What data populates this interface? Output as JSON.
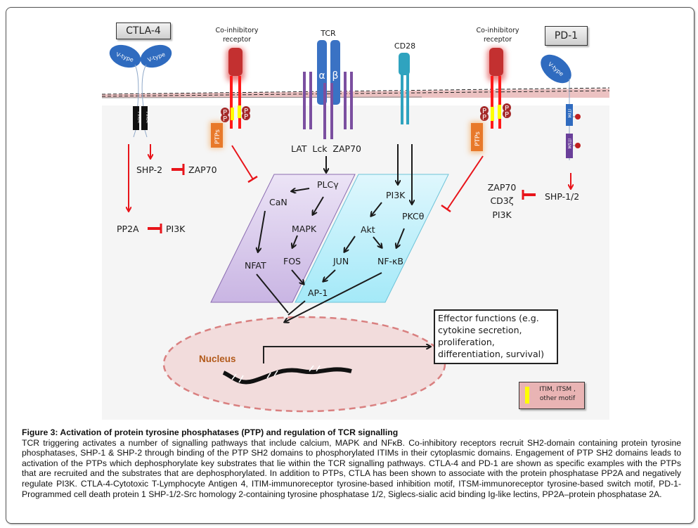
{
  "figure": {
    "labels": {
      "ctla4": "CTLA-4",
      "pd1": "PD-1",
      "coinhib_left_line1": "Co-inhibitory",
      "coinhib_left_line2": "receptor",
      "coinhib_right_line1": "Co-inhibitory",
      "coinhib_right_line2": "receptor",
      "tcr": "TCR",
      "cd28": "CD28",
      "alpha": "α",
      "beta": "β",
      "vtype": "V-type",
      "tyvm": "YVKM",
      "itim": "ITIM",
      "itsm": "ITSM",
      "ptps": "PTPs",
      "p": "P",
      "lat_lck_zap70": "LAT  Lck  ZAP70",
      "shp2": "SHP-2",
      "zap70_left": "ZAP70",
      "pp2a": "PP2A",
      "pi3k_left": "PI3K",
      "zap70_right": "ZAP70",
      "cd3z": "CD3ζ",
      "pi3k_right": "PI3K",
      "shp12": "SHP-1/2",
      "plcg": "PLCγ",
      "can": "CaN",
      "mapk": "MAPK",
      "nfat": "NFAT",
      "fos": "FOS",
      "ap1": "AP-1",
      "pi3k": "PI3K",
      "pkct": "PKCθ",
      "akt": "Akt",
      "jun": "JUN",
      "nfkb": "NF-κB",
      "nucleus": "Nucleus"
    },
    "effector": {
      "lines": [
        "Effector functions (e.g.",
        "cytokine secretion,",
        "proliferation,",
        "differentiation, survival)"
      ]
    },
    "legend": {
      "line1": "ITIM, ITSM ,",
      "line2": "other motif"
    },
    "colors": {
      "inhibition": "#e8141a",
      "activation": "#1a1a1a",
      "tcr_blue": "#3a72c4",
      "cd28_teal": "#2fa3bf",
      "purple_chain": "#7b4fa0",
      "coinhib_red": "#cc2a2a",
      "ptp_orange": "#e8792a",
      "motif_yellow": "#ffff00",
      "membrane": "#e7b3b3",
      "calcium_panel": "#d4c3ea",
      "pi3k_panel": "#b7eefa",
      "nucleus_fill": "#f2dcdc",
      "nucleus_text": "#b25a1a"
    }
  },
  "caption": {
    "title": "Figure 3: Activation of protein tyrosine phosphatases (PTP) and regulation of TCR signalling",
    "body": "TCR triggering activates a number of signalling pathways that include calcium, MAPK and NFκB. Co-inhibitory receptors recruit SH2-domain containing protein tyrosine phosphatases, SHP-1 & SHP-2 through binding of the PTP SH2 domains to phosphorylated ITIMs in their cytoplasmic domains. Engagement of PTP SH2 domains leads to activation of the PTPs which dephosphorylate key substrates that lie within the TCR signalling pathways. CTLA-4 and PD-1 are shown as specific examples with the PTPs that are recruited and the substrates that are dephosphorylated. In addition to PTPs, CTLA has been shown to associate with the protein phosphatase PP2A and negatively regulate PI3K. CTLA-4-Cytotoxic T-Lymphocyte Antigen 4,  ITIM-immunoreceptor tyrosine-based inhibition motif, ITSM-immunoreceptor tyrosine-based switch motif, PD-1-Programmed cell death protein 1 SHP-1/2-Src homology 2-containing tyrosine phosphatase 1/2, Siglecs-sialic acid binding Ig-like lectins, PP2A–protein phosphatase 2A."
  }
}
